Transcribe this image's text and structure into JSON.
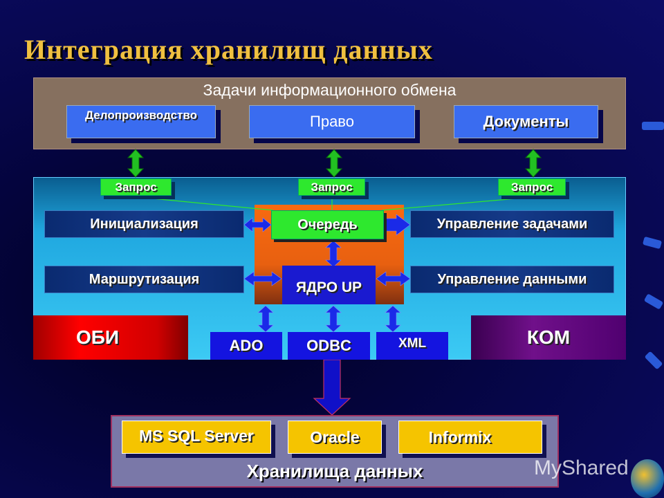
{
  "title": "Интеграция хранилищ данных",
  "tasks": {
    "heading": "Задачи информационного обмена",
    "items": [
      "Делопроизводство",
      "Право",
      "Документы"
    ]
  },
  "requests": [
    "Запрос",
    "Запрос",
    "Запрос"
  ],
  "core": {
    "queue": "Очередь",
    "kernel": "ЯДРО UP",
    "left": [
      "Инициализация",
      "Маршрутизация"
    ],
    "right": [
      "Управление задачами",
      "Управление данными"
    ]
  },
  "sides": {
    "left": "ОБИ",
    "right": "КОМ"
  },
  "interfaces": [
    "ADO",
    "ODBC",
    "XML"
  ],
  "storage": {
    "heading": "Хранилища данных",
    "items": [
      "MS SQL Server",
      "Oracle",
      "Informix"
    ]
  },
  "watermark": "MyShared"
}
